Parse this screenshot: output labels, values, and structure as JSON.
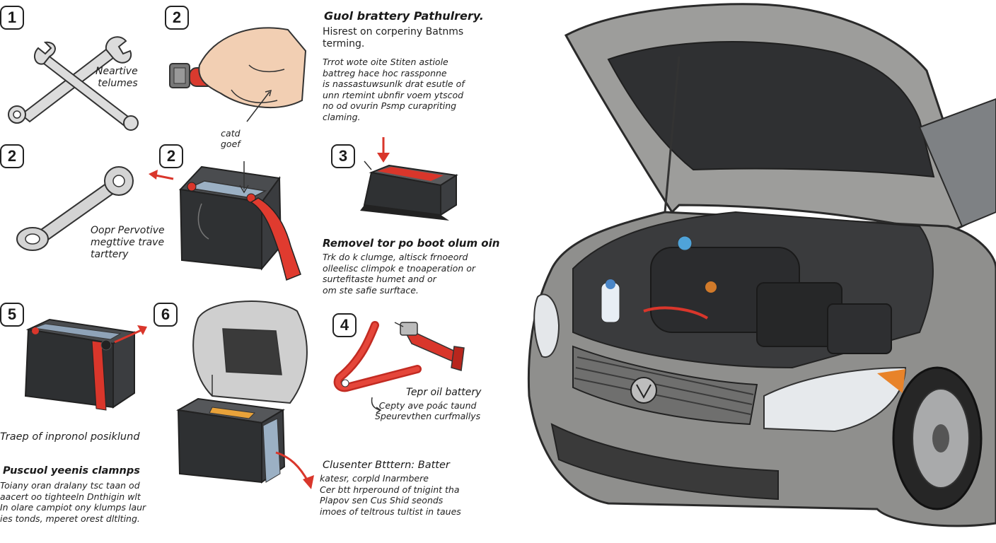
{
  "steps": {
    "s1": {
      "badge": "1",
      "label": "Neartive\ntelumes"
    },
    "s2a": {
      "badge": "2"
    },
    "s2b": {
      "badge": "2",
      "label": "Oopr Pervotive\nmegttive trave\ntarttery"
    },
    "s2c": {
      "badge": "2",
      "callout": "catd\ngoef"
    },
    "s3": {
      "badge": "3"
    },
    "s4": {
      "badge": "4",
      "title": "Tepr oil battery",
      "text": "Cepty ave poác taund\nSpeurevthen curfmallys"
    },
    "s5": {
      "badge": "5",
      "caption": "Traep of inpronol posiklund"
    },
    "s6": {
      "badge": "6"
    }
  },
  "text_blocks": {
    "intro": {
      "title": "Guol brattery Pathulrery.",
      "subtitle": "Hisrest on corperiny Batnms\nterming.",
      "body": "Trrot wote oite Stiten astiole\nbattreg hace hoc rassponne\nis nassastuwsunlk drat esutle of\nunn rtemint ubnfir voem ytscod\nno od ovurin Psmp curapriting\nclaming."
    },
    "remove": {
      "title": "Removel tor po boot olum oin",
      "body": "Trk do k clumge, altisck frnoeord\nolleelisc climpok e tnoaperation or\nsurtefitaste humet and or\nom ste safie surftace."
    },
    "clamps": {
      "title": "Puscuol yeenis clamnps",
      "body": "Toiany oran dralany tsc taan od\naacert oo tighteeln Dnthigin wlt\nIn olare campiot ony klumps laur\nies tonds, mperet orest dltlting."
    },
    "cluster": {
      "title": "Clusenter Btttern: Batter",
      "body": "katesr, corpld Inarmbere\nCer btt hrperound of tnigint tha\nPlapov sen Cus Shid seonds\nimoes of teltrous tultist in taues"
    }
  },
  "colors": {
    "accent": "#d9362b",
    "ink": "#222222",
    "car": "#8f8f8f",
    "battery": "#303234",
    "bracket": "#8fa3b8"
  },
  "icons": [
    "wrench-icon",
    "hand-tool-icon",
    "ring-spanner-icon",
    "battery-icon",
    "red-arrow-icon",
    "battery-cable-icon",
    "car-icon"
  ]
}
